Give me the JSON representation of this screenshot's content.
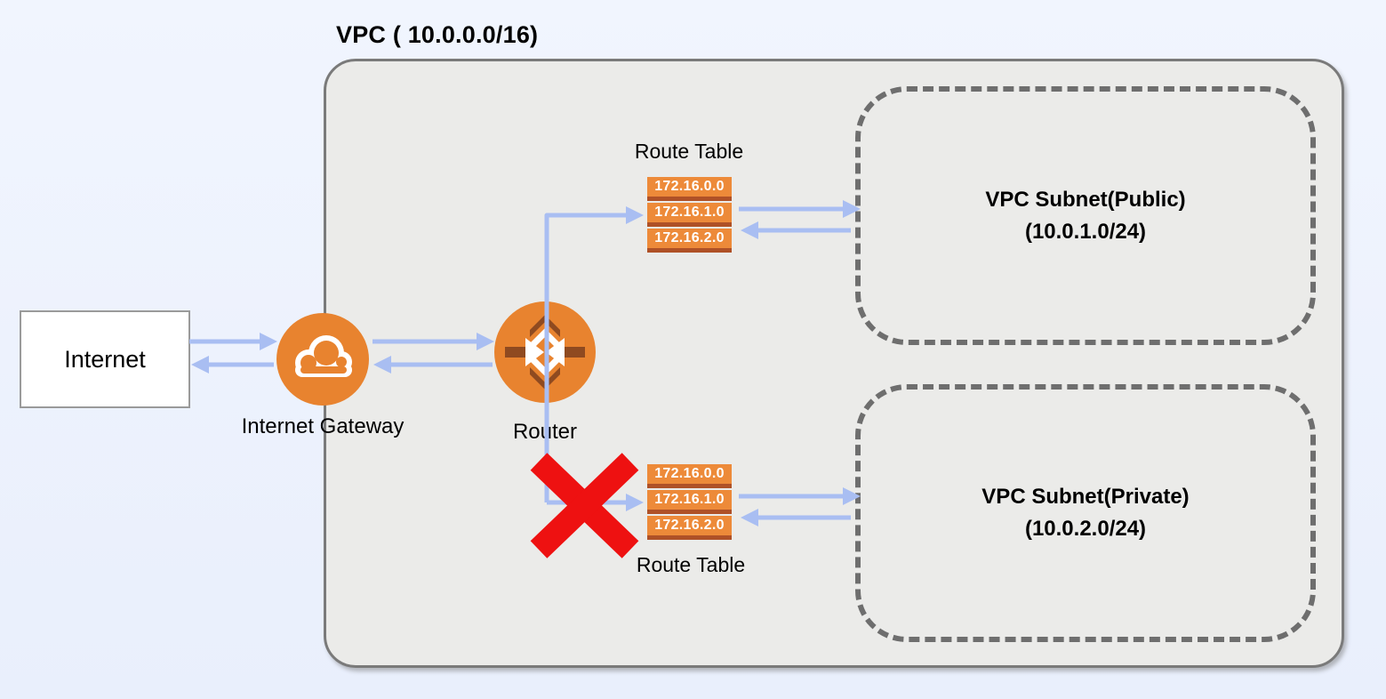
{
  "diagram": {
    "vpc": {
      "title": "VPC ( 10.0.0.0/16)"
    },
    "internet": {
      "label": "Internet"
    },
    "internet_gateway": {
      "label": "Internet Gateway",
      "icon": "cloud-icon"
    },
    "router": {
      "label": "Router",
      "icon": "router-icon"
    },
    "route_tables": {
      "top": {
        "title": "Route Table",
        "entries": [
          "172.16.0.0",
          "172.16.1.0",
          "172.16.2.0"
        ]
      },
      "bottom": {
        "title": "Route Table",
        "entries": [
          "172.16.0.0",
          "172.16.1.0",
          "172.16.2.0"
        ]
      }
    },
    "subnets": {
      "public": {
        "name": "VPC Subnet(Public)",
        "cidr": "(10.0.1.0/24)"
      },
      "private": {
        "name": "VPC Subnet(Private)",
        "cidr": "(10.0.2.0/24)"
      }
    },
    "blocked_route": {
      "icon": "blocked-x-icon"
    },
    "colors": {
      "background": "#EDF2FC",
      "vpc_fill": "#EBEBE9",
      "vpc_border": "#7A7A7A",
      "subnet_dash": "#6E6E6E",
      "node_orange": "#E8832F",
      "route_row_fill": "#ED8A39",
      "route_row_edge": "#AF5127",
      "arrow_blue": "#A9BEF2",
      "blocked_red": "#EE1111"
    }
  }
}
